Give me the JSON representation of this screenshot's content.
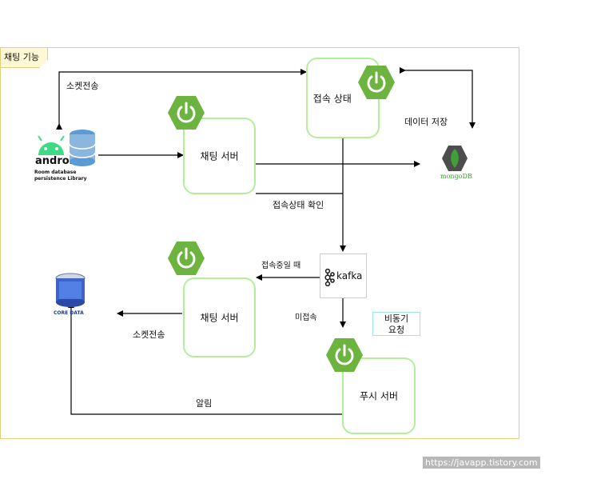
{
  "frame_title": "채팅 기능",
  "nodes": {
    "chat_server_top": "채팅 서버",
    "connection_state": "접속 상태",
    "chat_server_bottom": "채팅 서버",
    "push_server": "푸시 서버",
    "async_request": "비동기\n요청"
  },
  "android": {
    "wordmark": "android",
    "room_line1": "Room database",
    "room_line2": "persistence Library"
  },
  "mongo": {
    "wordmark": "mongoDB"
  },
  "kafka": {
    "wordmark": "kafka"
  },
  "coredata": {
    "wordmark": "CORE DATA"
  },
  "edge_labels": {
    "socket_top": "소켓전송",
    "save_data": "데이터 저장",
    "check_connection": "접속상태 확인",
    "while_connected": "접속중일 때",
    "not_connected": "미접속",
    "socket_bottom": "소켓전송",
    "notification": "알림"
  },
  "footer": "https://javapp.tistory.com",
  "colors": {
    "spring": "#6db33f",
    "box_border": "#b3ef9a",
    "frame": "#e3cf7a",
    "mongo": "#3fa037"
  }
}
